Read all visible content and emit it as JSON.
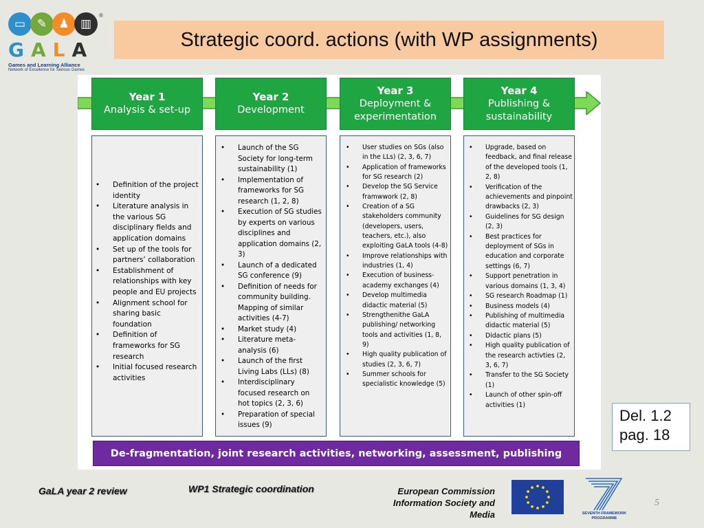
{
  "logo": {
    "name": "GALA",
    "letters": [
      "G",
      "A",
      "L",
      "A"
    ],
    "tagline": "Games and Learning Alliance",
    "subtagline": "Network of Excellence for Serious Games",
    "registered": "®",
    "circle_colors": [
      "#2f8fc8",
      "#74a83c",
      "#f28c28",
      "#2f2f2f"
    ],
    "icons": [
      "monitor-icon",
      "pen-icon",
      "joystick-icon",
      "book-icon"
    ]
  },
  "title": "Strategic coord. actions (with WP assignments)",
  "years": [
    {
      "year": "Year 1",
      "subtitle_lines": [
        "Analysis & set-up"
      ],
      "items": [
        "Definition of the project identity",
        "Literature analysis in the various SG disciplinary fields and application domains",
        "Set up of the tools for partners’ collaboration",
        "Establishment of relationships with key people and EU projects",
        "Alignment school for sharing basic foundation",
        "Definition of frameworks for SG research",
        "Initial focused research activities"
      ]
    },
    {
      "year": "Year 2",
      "subtitle_lines": [
        "Development"
      ],
      "items": [
        "Launch of the SG Society for long-term sustainability (1)",
        "Implementation of frameworks for SG research (1, 2, 8)",
        "Execution of SG studies by experts on various disciplines and application domains (2, 3)",
        "Launch of a dedicated SG conference (9)",
        "Definition of  needs for community building. Mapping of similar activities (4-7)",
        "Market study  (4)",
        "Literature meta-analysis (6)",
        "Launch of the first Living Labs (LLs) (8)",
        "Interdisciplinary focused research on hot topics (2, 3, 6)",
        "Preparation of special issues (9)"
      ]
    },
    {
      "year": "Year 3",
      "subtitle_lines": [
        "Deployment &",
        "experimentation"
      ],
      "items": [
        "User studies on SGs (also in the LLs) (2, 3, 6, 7)",
        "Application of frameworks for SG research (2)",
        "Develop the SG Service framwwork (2, 8)",
        "Creation of a SG stakeholders community (developers, users, teachers, etc.), also exploiting GaLA tools (4-8)",
        "Improve relationships with industries  (1, 4)",
        "Execution of business-academy exchanges (4)",
        "Develop multimedia didactic material (5)",
        "Strengthenithe  GaLA publishing/  networking tools and activities (1, 8, 9)",
        "High quality publication of studies (2, 3, 6, 7)",
        "Summer schools for specialistic knowledge (5)"
      ]
    },
    {
      "year": "Year 4",
      "subtitle_lines": [
        "Publishing &",
        "sustainability"
      ],
      "items": [
        "Upgrade, based on feedback, and final release of the developed tools (1, 2, 8)",
        "Verification  of the achievements and pinpoint drawbacks (2, 3)",
        "Guidelines  for SG design (2, 3)",
        "Best practices for deployment of SGs in education and corporate settings (6, 7)",
        "Support penetration  in various domains (1, 3, 4)",
        "SG research Roadmap (1)",
        "Business models (4)",
        "Publishing of multimedia didactic material (5)",
        "Didactic plans (5)",
        "High quality publication of the research activties (2, 3, 6, 7)",
        "Transfer to the SG Society (1)",
        "Launch of other spin-off activities (1)"
      ]
    }
  ],
  "bottom_bar": "De-fragmentation, joint research activities, networking, assessment, publishing",
  "deliverable": {
    "line1": "Del. 1.2",
    "line2": "pag. 18"
  },
  "footer": {
    "left": "GaLA year 2 review",
    "center": "WP1 Strategic coordination",
    "commission_lines": [
      "European Commission",
      "Information Society and",
      "Media"
    ],
    "fp7_label_lines": [
      "SEVENTH FRAMEWORK",
      "PROGRAMME"
    ],
    "page_number": "5"
  },
  "colors": {
    "title_bg": "#f9c9a0",
    "year_green": "#1fa541",
    "arrow_green": "#7ed957",
    "column_border": "#3a5a8c",
    "bar_purple": "#6f2aa0",
    "eu_blue": "#1f3f99",
    "eu_star": "#ffdd00"
  }
}
